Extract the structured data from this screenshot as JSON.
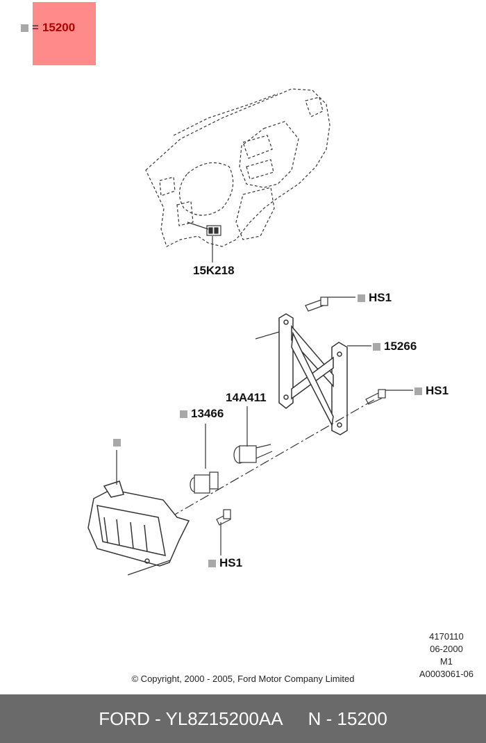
{
  "legend": {
    "symbol": "=",
    "code": "15200",
    "highlight_color": "#ff8a8a"
  },
  "callouts": {
    "switch": "15K218",
    "screw_top": "HS1",
    "bracket": "15266",
    "screw_right": "HS1",
    "bulb_socket": "14A411",
    "bulb": "13466",
    "lamp_assembly": "",
    "screw_bottom": "HS1"
  },
  "meta": {
    "line1": "4170110",
    "line2": "06-2000",
    "line3": "M1",
    "line4": "A0003061-06"
  },
  "copyright": "© Copyright, 2000 - 2005, Ford Motor Company Limited",
  "footer": {
    "brand_part": "FORD - YL8Z15200AA",
    "number": "N - 15200",
    "background": "#6a6a6a"
  },
  "icons": {
    "bullet": "grey-square-icon"
  }
}
